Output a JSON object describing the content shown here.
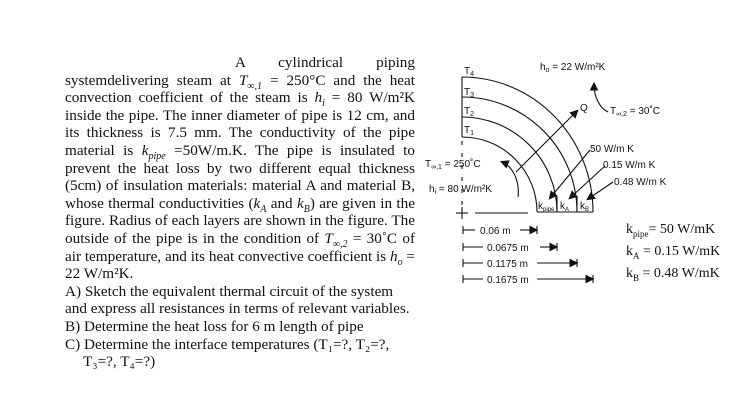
{
  "problem": {
    "intro_line": "A cylindrical piping system",
    "p1_a": "delivering steam at ",
    "t_inf1_symbol": "T",
    "t_inf1_sub": "∞,1",
    "p1_b": " = 250°C and the heat convection coefficient of the steam is ",
    "hi_symbol": "h",
    "hi_sub": "i",
    "p1_c": " = 80 W/m²K inside the pipe. The inner diameter of pipe is 12 cm, and its thickness is 7.5 mm. The conductivity of the pipe material is ",
    "kpipe_symbol": "k",
    "kpipe_sub": "pipe",
    "p1_d": " =50W/m.K. The pipe is insulated to prevent the heat loss by two different equal thickness (5cm) of insulation materials: material A and material B, whose thermal conductivities (",
    "kA_symbol": "k",
    "kA_sub": "A",
    "p1_e": " and ",
    "kB_symbol": "k",
    "kB_sub": "B",
    "p1_f": ") are given in the figure. Radius of each layers are shown in the figure. The outside of the pipe is in the condition of ",
    "t_inf2_symbol": "T",
    "t_inf2_sub": "∞,2",
    "p1_g": " = 30˚C of air temperature, and its heat convective coefficient is ",
    "ho_symbol": "h",
    "ho_sub": "o",
    "p1_h": " = 22 W/m²K.",
    "question_a": "A) Sketch the equivalent thermal circuit of the system and express all resistances in terms of relevant variables.",
    "question_b": "B) Determine the heat loss for 6 m length of pipe",
    "question_c1": "C) Determine the interface temperatures (T₁=?, T₂=?,",
    "question_c2": "T₃=?, T₄=?)"
  },
  "figure": {
    "labels": {
      "T4": "T",
      "T4_sub": "4",
      "T3": "T",
      "T3_sub": "3",
      "T2": "T",
      "T2_sub": "2",
      "T1": "T",
      "T1_sub": "1",
      "ho": "h",
      "ho_sub": "o",
      "ho_value": " = 22 W/m²K",
      "Q": "Q",
      "t_inf2": "T",
      "t_inf2_sub": "∞,2",
      "t_inf2_value": " = 30˚C",
      "t_inf1": "T",
      "t_inf1_sub": "∞,1",
      "t_inf1_value": " = 250˚C",
      "hi": "h",
      "hi_sub": "i",
      "hi_value": " = 80 W/m²K",
      "k_pipe_value": "50 W/m K",
      "k_A_value": "0.15 W/m K",
      "k_B_value": "0.48 W/m K",
      "k_pipe_box": "k",
      "k_pipe_box_sub": "pipe",
      "k_A_box": "k",
      "k_A_box_sub": "A",
      "k_B_box": "k",
      "k_B_box_sub": "B"
    },
    "radii": [
      "0.06 m",
      "0.0675 m",
      "0.1175 m",
      "0.1675 m"
    ]
  },
  "conductivities": {
    "k_pipe": {
      "symbol": "k",
      "sub": "pipe",
      "value": "= 50 W/mK"
    },
    "k_A": {
      "symbol": "k",
      "sub": "A",
      "value": " = 0.15 W/mK"
    },
    "k_B": {
      "symbol": "k",
      "sub": "B",
      "value": " = 0.48 W/mK"
    }
  }
}
